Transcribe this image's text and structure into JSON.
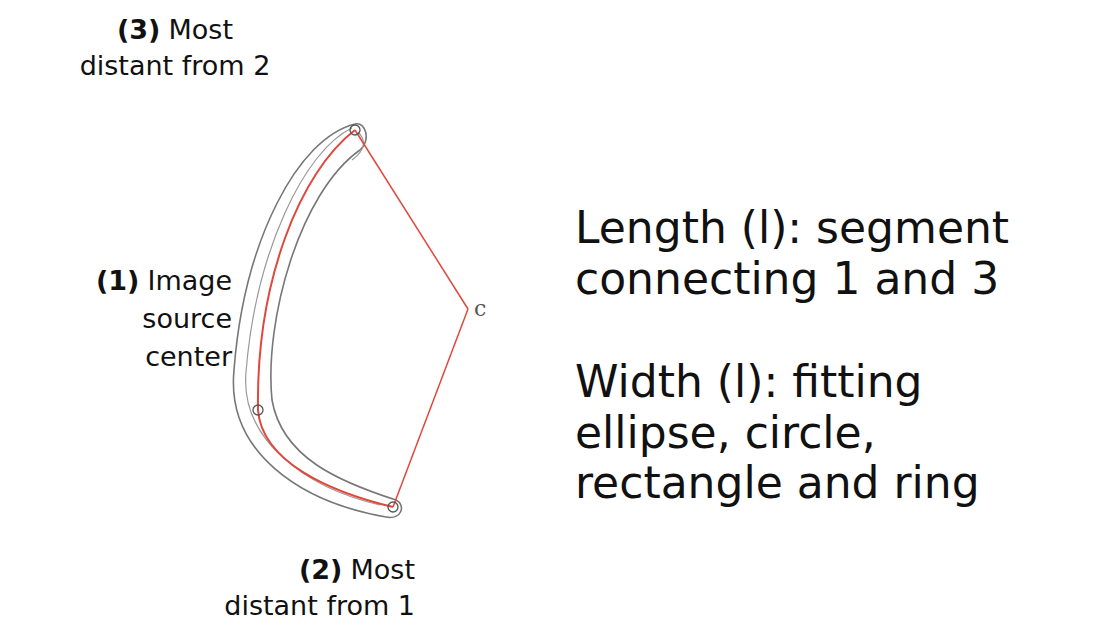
{
  "diagram": {
    "labels": [
      "(3)",
      "Most distant from 2",
      "(1)",
      "Image source center",
      "(2)",
      "Most distant from 1",
      "c",
      "Length (l): segment connecting 1 and 3",
      "Width (l): fitting ellipse, circle, rectangle and ring"
    ]
  }
}
